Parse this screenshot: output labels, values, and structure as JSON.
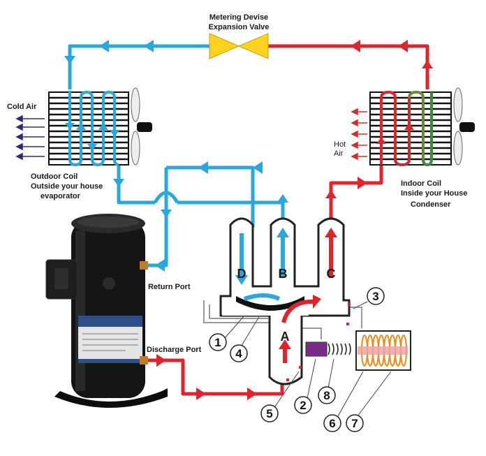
{
  "colors": {
    "cold": "#2aa7dc",
    "hot": "#e0242b",
    "valve": "#ffd21f",
    "compressor": "#151515"
  },
  "labels": {
    "valve_line1": "Metering Devise",
    "valve_line2": "Expansion Valve",
    "cold_air": "Cold Air",
    "hot_line1": "Hot",
    "hot_line2": "Air",
    "outdoor_line1": "Outdoor Coil",
    "outdoor_line2": "Outside your house",
    "outdoor_line3": "evaporator",
    "indoor_line1": "Indoor Coil",
    "indoor_line2": "Inside your House",
    "indoor_line3": "Condenser",
    "return_port": "Return Port",
    "discharge_port": "Discharge Port"
  },
  "valve_ports": [
    "D",
    "B",
    "C",
    "A"
  ],
  "callouts": [
    "1",
    "2",
    "3",
    "4",
    "5",
    "6",
    "7",
    "8"
  ]
}
